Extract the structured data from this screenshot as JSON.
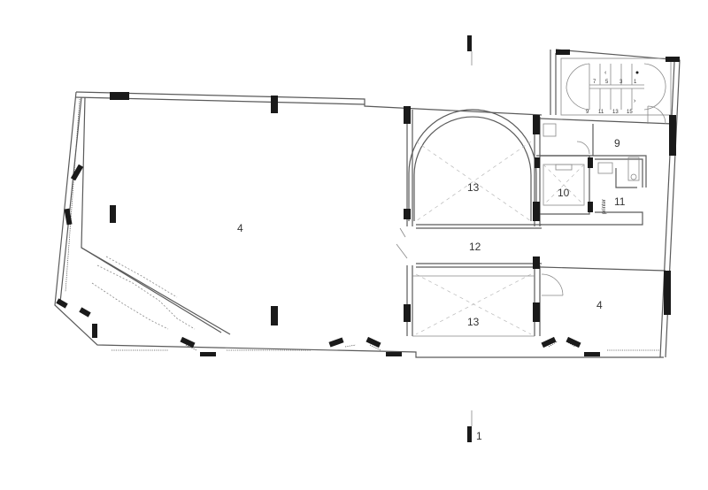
{
  "rooms": {
    "main_hall": "4",
    "small_room": "4",
    "vault_upper": "13",
    "vault_lower": "13",
    "corridor": "12",
    "elevator": "10",
    "printer_room": "11",
    "wc": "9"
  },
  "labels": {
    "printer": "printer",
    "section_marker": "1"
  },
  "stair_numbers": [
    "7",
    "5",
    "3",
    "1",
    "9",
    "11",
    "13",
    "15"
  ]
}
